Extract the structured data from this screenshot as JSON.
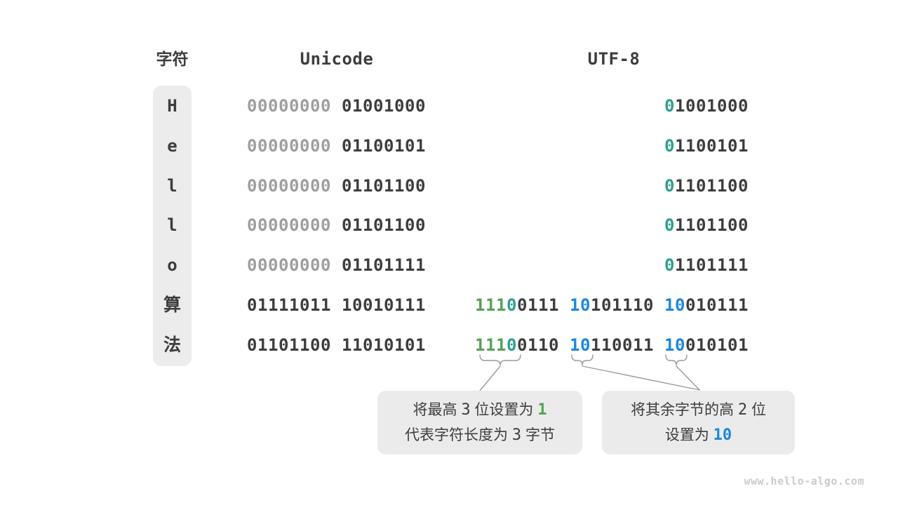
{
  "headers": {
    "char": "字符",
    "unicode": "Unicode",
    "utf8": "UTF-8"
  },
  "colors": {
    "dark": "#3d3d3d",
    "gray": "#9e9e9e",
    "green": "#55a055",
    "teal": "#2f9e8f",
    "blue": "#1c87db",
    "box_bg": "#ebebeb",
    "col_bg": "#ececec",
    "line": "#9a9a9a",
    "watermark": "#cbcbcb"
  },
  "rows": [
    {
      "char": "H",
      "unicode": [
        {
          "t": "00000000",
          "c": "gray"
        },
        {
          "t": " 01001000",
          "c": "dark"
        }
      ],
      "utf8": [
        {
          "t": "0",
          "c": "teal"
        },
        {
          "t": "1001000",
          "c": "dark"
        }
      ]
    },
    {
      "char": "e",
      "unicode": [
        {
          "t": "00000000",
          "c": "gray"
        },
        {
          "t": " 01100101",
          "c": "dark"
        }
      ],
      "utf8": [
        {
          "t": "0",
          "c": "teal"
        },
        {
          "t": "1100101",
          "c": "dark"
        }
      ]
    },
    {
      "char": "l",
      "unicode": [
        {
          "t": "00000000",
          "c": "gray"
        },
        {
          "t": " 01101100",
          "c": "dark"
        }
      ],
      "utf8": [
        {
          "t": "0",
          "c": "teal"
        },
        {
          "t": "1101100",
          "c": "dark"
        }
      ]
    },
    {
      "char": "l",
      "unicode": [
        {
          "t": "00000000",
          "c": "gray"
        },
        {
          "t": " 01101100",
          "c": "dark"
        }
      ],
      "utf8": [
        {
          "t": "0",
          "c": "teal"
        },
        {
          "t": "1101100",
          "c": "dark"
        }
      ]
    },
    {
      "char": "o",
      "unicode": [
        {
          "t": "00000000",
          "c": "gray"
        },
        {
          "t": " 01101111",
          "c": "dark"
        }
      ],
      "utf8": [
        {
          "t": "0",
          "c": "teal"
        },
        {
          "t": "1101111",
          "c": "dark"
        }
      ]
    },
    {
      "char": "算",
      "unicode": [
        {
          "t": "01111011 10010111",
          "c": "dark"
        }
      ],
      "utf8": [
        {
          "t": "111",
          "c": "green"
        },
        {
          "t": "0",
          "c": "teal"
        },
        {
          "t": "0111 ",
          "c": "dark"
        },
        {
          "t": "10",
          "c": "blue"
        },
        {
          "t": "101110 ",
          "c": "dark"
        },
        {
          "t": "10",
          "c": "blue"
        },
        {
          "t": "010111",
          "c": "dark"
        }
      ]
    },
    {
      "char": "法",
      "unicode": [
        {
          "t": "01101100 11010101",
          "c": "dark"
        }
      ],
      "utf8": [
        {
          "t": "111",
          "c": "green"
        },
        {
          "t": "0",
          "c": "teal"
        },
        {
          "t": "0110 ",
          "c": "dark"
        },
        {
          "t": "10",
          "c": "blue"
        },
        {
          "t": "110011 ",
          "c": "dark"
        },
        {
          "t": "10",
          "c": "blue"
        },
        {
          "t": "010101",
          "c": "dark"
        }
      ]
    }
  ],
  "callouts": [
    {
      "lines": [
        [
          {
            "t": "将最高 "
          },
          {
            "t": "3",
            "mono": true
          },
          {
            "t": " 位设置为 "
          },
          {
            "t": "1",
            "mono": true,
            "bold": true,
            "c": "green"
          }
        ],
        [
          {
            "t": "代表字符长度为 "
          },
          {
            "t": "3",
            "mono": true
          },
          {
            "t": " 字节"
          }
        ]
      ]
    },
    {
      "lines": [
        [
          {
            "t": "将其余字节的高 "
          },
          {
            "t": "2",
            "mono": true
          },
          {
            "t": " 位"
          }
        ],
        [
          {
            "t": "设置为 "
          },
          {
            "t": "10",
            "mono": true,
            "bold": true,
            "c": "blue"
          }
        ]
      ]
    }
  ],
  "watermark": "www.hello-algo.com"
}
